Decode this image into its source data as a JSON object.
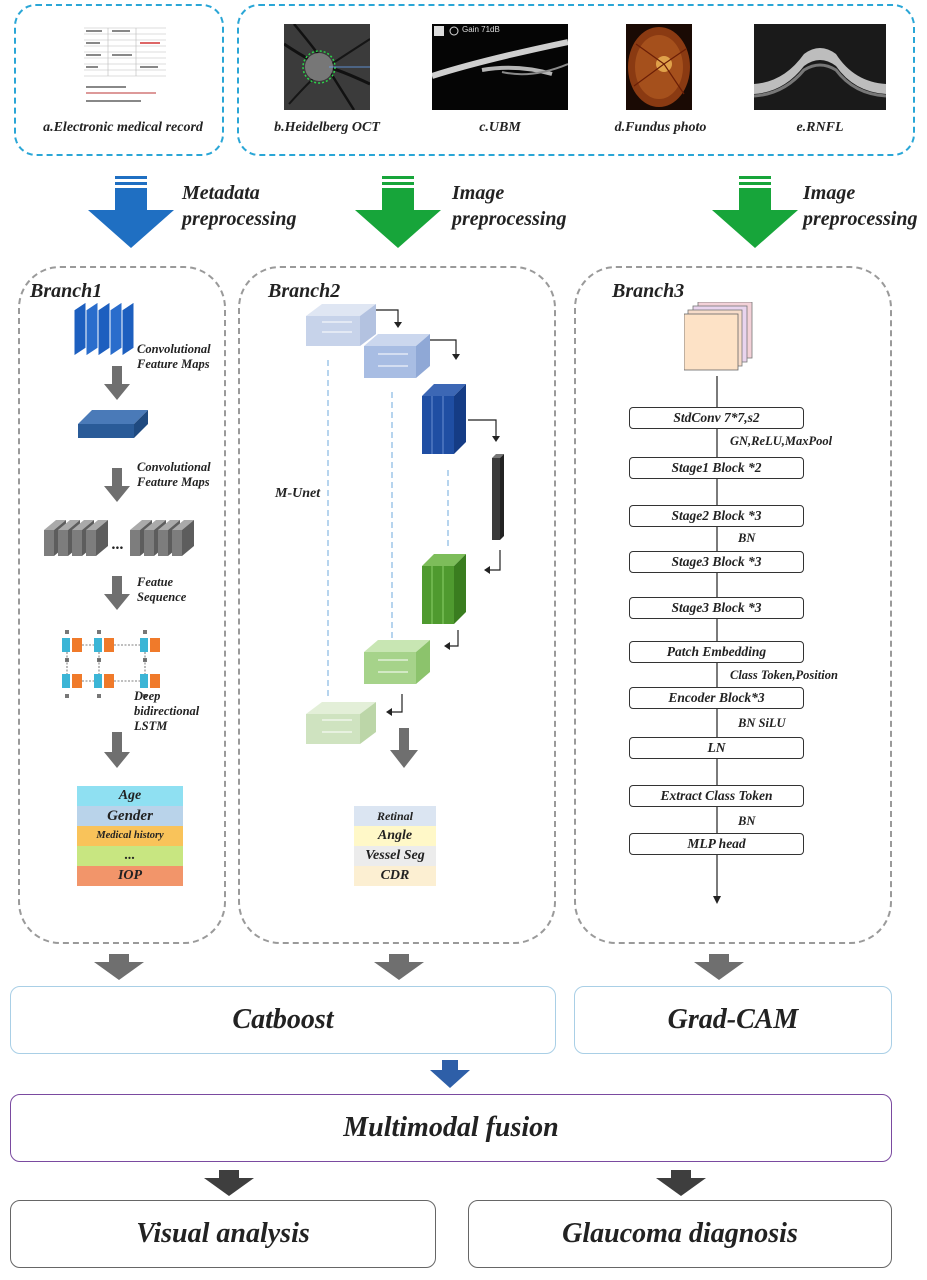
{
  "inputs": {
    "emr": "a.Electronic medical record",
    "oct": "b.Heidelberg OCT",
    "ubm": "c.UBM",
    "fundus": "d.Fundus photo",
    "rnfl": "e.RNFL",
    "ubm_overlay": "Gain 71dB"
  },
  "preprocessing": {
    "left_line1": "Metadata",
    "left_line2": "preprocessing",
    "mid_line1": "Image",
    "mid_line2": "preprocessing",
    "right_line1": "Image",
    "right_line2": "preprocessing"
  },
  "branch1": {
    "title": "Branch1",
    "conv1_line1": "Convolutional",
    "conv1_line2": "Feature Maps",
    "conv2_line1": "Convolutional",
    "conv2_line2": "Feature Maps",
    "seq_line1": "Featue",
    "seq_line2": "Sequence",
    "ellipsis": "...",
    "lstm_line1": "Deep",
    "lstm_line2": "bidirectional",
    "lstm_line3": "LSTM",
    "features": [
      "Age",
      "Gender",
      "Medical history",
      "...",
      "IOP"
    ],
    "feature_colors": [
      "#8fe0f2",
      "#b9d3ea",
      "#f9c35a",
      "#c8e681",
      "#f2956a"
    ]
  },
  "branch2": {
    "title": "Branch2",
    "unet": "M-Unet",
    "outputs": [
      "Retinal",
      "Angle",
      "Vessel Seg",
      "CDR"
    ],
    "output_colors": [
      "#dbe5f2",
      "#fff8c8",
      "#ececec",
      "#fcefd2"
    ]
  },
  "branch3": {
    "title": "Branch3",
    "blocks": [
      "StdConv 7*7,s2",
      "Stage1 Block *2",
      "Stage2 Block *3",
      "Stage3 Block *3",
      "Stage3 Block *3",
      "Patch Embedding",
      "Encoder Block*3",
      "LN",
      "Extract Class Token",
      "MLP head"
    ],
    "labels": [
      "GN,ReLU,MaxPool",
      "BN",
      "Class Token,Position",
      "BN SiLU",
      "BN"
    ]
  },
  "results": {
    "catboost": "Catboost",
    "gradcam": "Grad-CAM",
    "fusion": "Multimodal fusion",
    "visual": "Visual analysis",
    "diagnosis": "Glaucoma diagnosis"
  },
  "colors": {
    "dashed_blue": "#2aa6d6",
    "arrow_blue": "#1f6fc2",
    "arrow_green": "#17a53a",
    "arrow_gray": "#6f6f6f",
    "arrow_dark": "#3e3e3e",
    "fusion_border": "#7a4aa0",
    "result_border": "#a9cfe6"
  }
}
